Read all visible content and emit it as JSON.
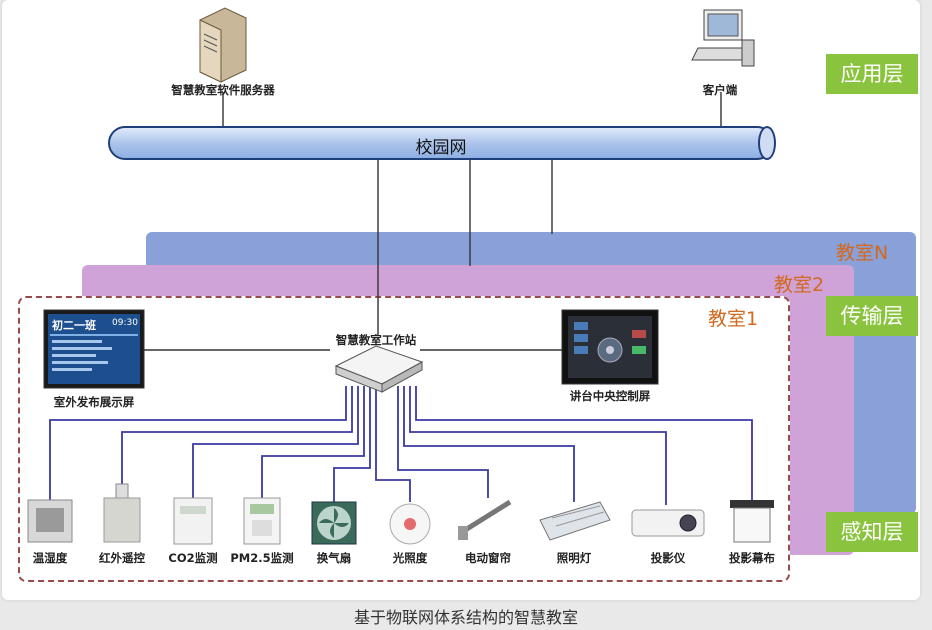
{
  "layers": {
    "application": "应用层",
    "transport": "传输层",
    "perception": "感知层"
  },
  "network": "校园网",
  "top_nodes": {
    "server": "智慧教室软件服务器",
    "client": "客户端"
  },
  "rooms": {
    "room_n": "教室N",
    "room_2": "教室2",
    "room_1": "教室1"
  },
  "workstation": "智慧教室工作站",
  "outdoor_display": {
    "label": "室外发布展示屏",
    "screen_title": "初二一班",
    "screen_time": "09:30"
  },
  "control_screen": "讲台中央控制屏",
  "sensors": [
    "温湿度",
    "红外遥控",
    "CO2监测",
    "PM2.5监测",
    "换气扇",
    "光照度",
    "电动窗帘",
    "照明灯",
    "投影仪",
    "投影幕布"
  ],
  "caption": "基于物联网体系结构的智慧教室",
  "colors": {
    "layer_green": "#8ac43f",
    "room_label": "#d2691e",
    "wire": "#3a3aa0",
    "room_n": "#8aa0d8",
    "room_2": "#cfa2d8"
  }
}
